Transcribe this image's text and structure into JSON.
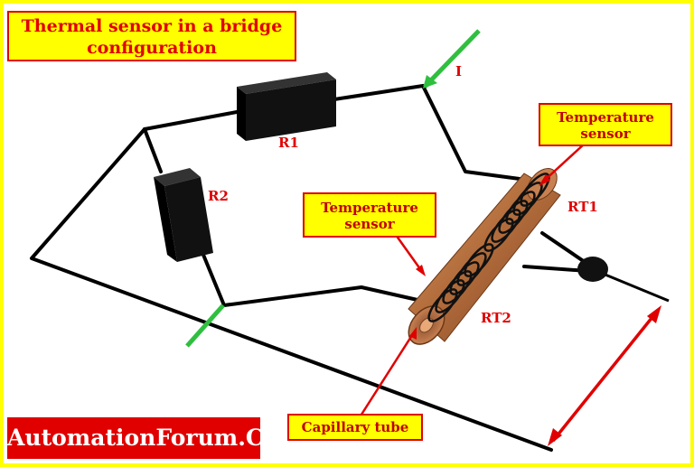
{
  "title": {
    "line1": "Thermal sensor in a bridge",
    "line2": "configuration"
  },
  "components": {
    "r1": "R1",
    "r2": "R2",
    "rt1": "RT1",
    "rt2": "RT2",
    "current": "I"
  },
  "callouts": {
    "sensor_top": {
      "line1": "Temperature",
      "line2": "sensor"
    },
    "sensor_mid": {
      "line1": "Temperature",
      "line2": "sensor"
    },
    "capillary": "Capillary tube"
  },
  "brand": "AutomationForum.Co",
  "colors": {
    "frame": "#ffff00",
    "accent": "#e00000",
    "copper": "#b06a3a",
    "green_marker": "#2fbf3f",
    "wire": "#000000"
  }
}
